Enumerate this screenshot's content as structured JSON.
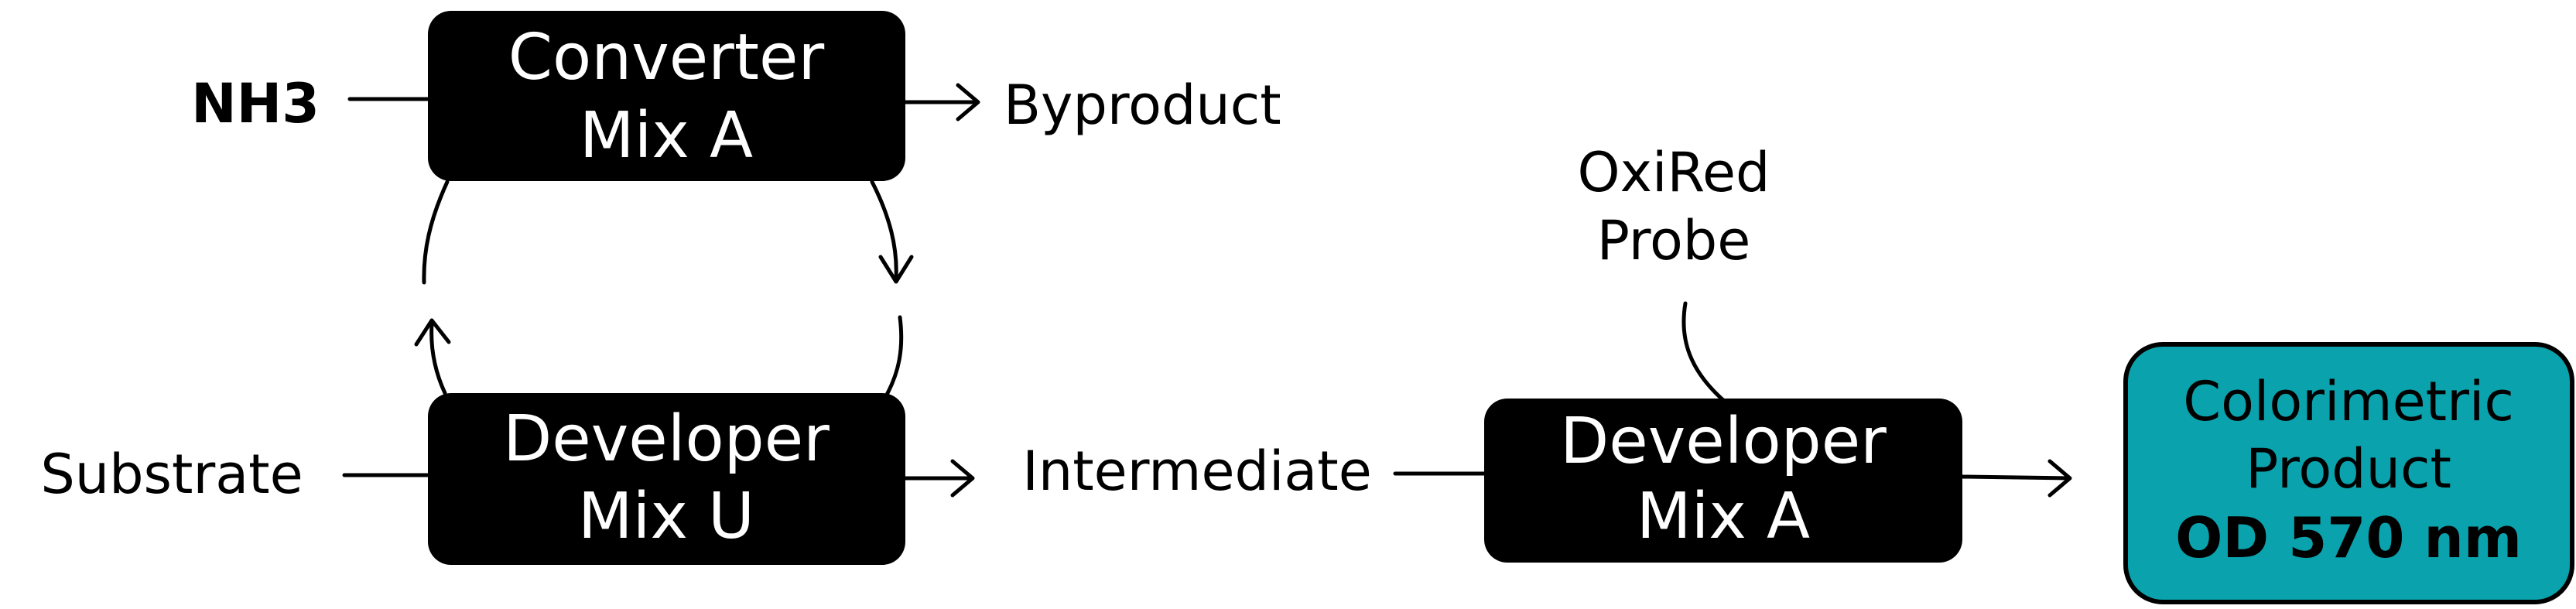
{
  "inputs": {
    "nh3": "NH3",
    "substrate": "Substrate",
    "oxired_probe_line1": "OxiRed",
    "oxired_probe_line2": "Probe"
  },
  "outputs": {
    "byproduct": "Byproduct",
    "intermediate": "Intermediate"
  },
  "boxes": {
    "converter_mix_a": {
      "line1": "Converter",
      "line2": "Mix A"
    },
    "developer_mix_u": {
      "line1": "Developer",
      "line2": "Mix U"
    },
    "developer_mix_a": {
      "line1": "Developer",
      "line2": "Mix A"
    }
  },
  "product": {
    "line1": "Colorimetric",
    "line2": "Product",
    "line3": "OD 570 nm"
  },
  "colors": {
    "box_fill": "#000000",
    "box_text": "#ffffff",
    "product_fill": "#0aa3ad",
    "product_border": "#000000",
    "line": "#000000"
  }
}
